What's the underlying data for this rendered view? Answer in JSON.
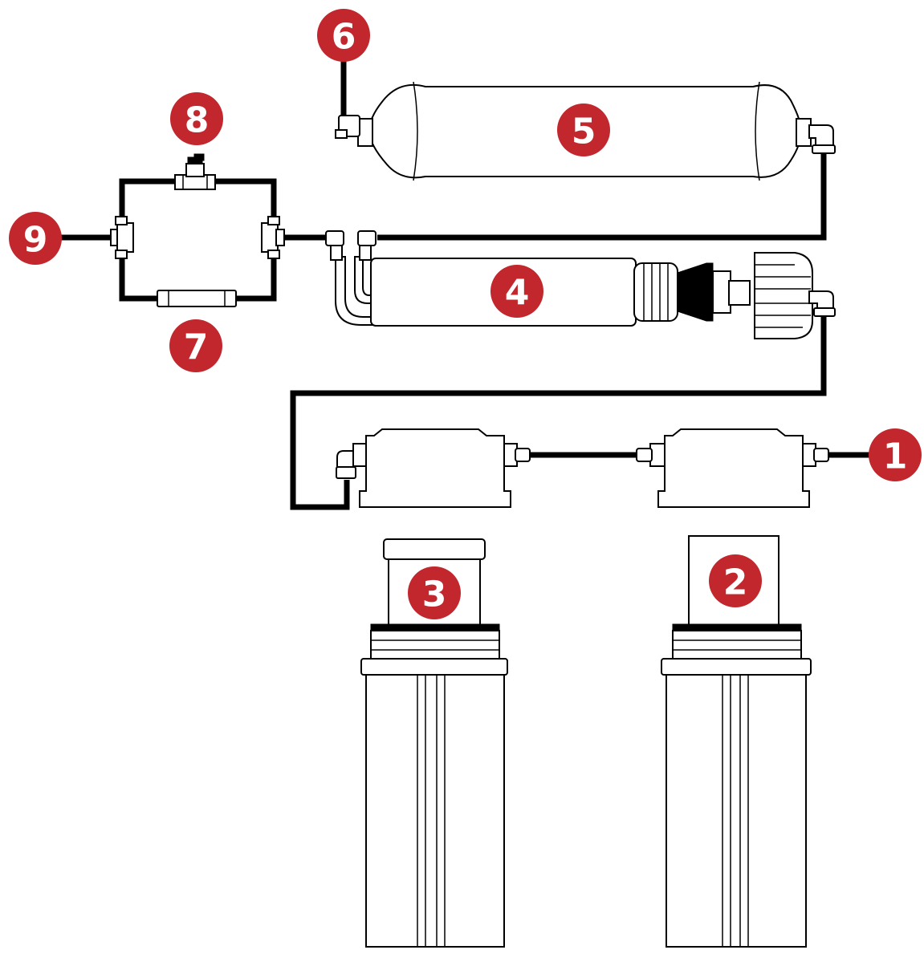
{
  "badges": {
    "b1": "1",
    "b2": "2",
    "b3": "3",
    "b4": "4",
    "b5": "5",
    "b6": "6",
    "b7": "7",
    "b8": "8",
    "b9": "9"
  },
  "colors": {
    "badge": "#c1272d",
    "line": "#000000",
    "background": "#ffffff"
  }
}
